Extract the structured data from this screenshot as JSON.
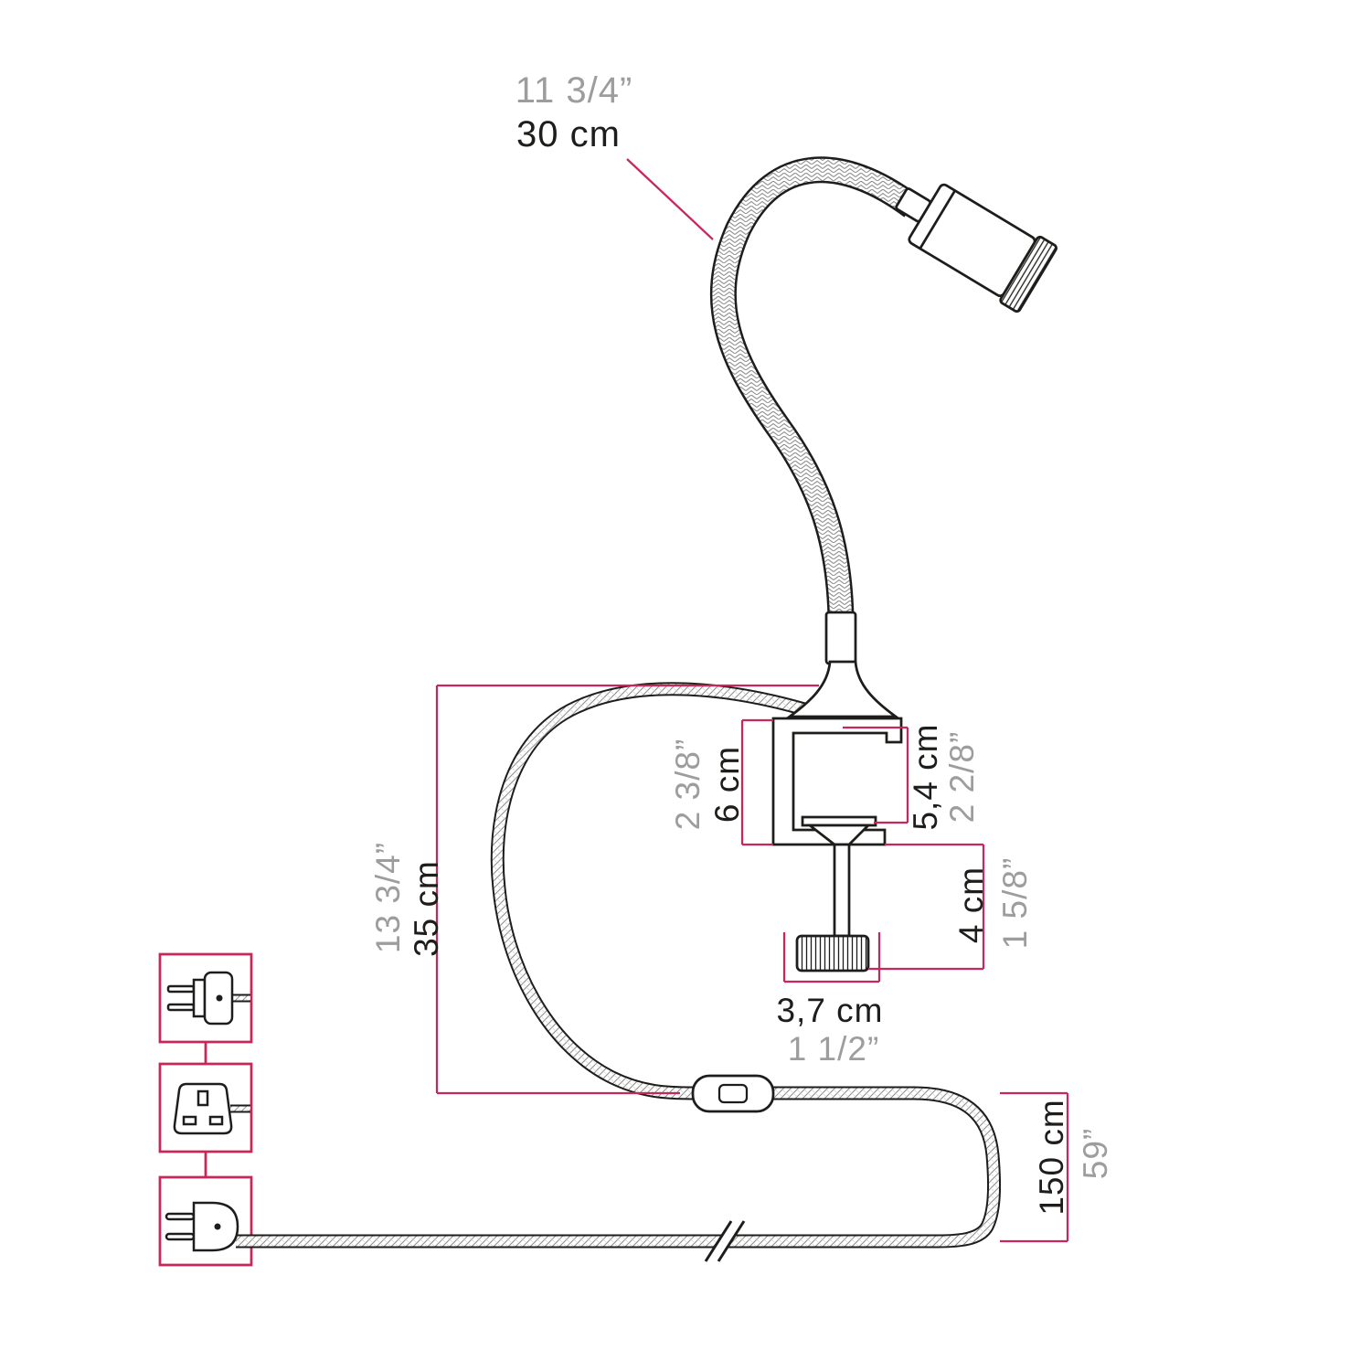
{
  "diagram": {
    "name": "clamp-spot-lamp-dimension-drawing",
    "dimensions": {
      "flex_arm": {
        "cm": "30 cm",
        "inch": "11 3/4”"
      },
      "clamp_height": {
        "cm": "6 cm",
        "inch": "2 3/8”"
      },
      "clamp_opening": {
        "cm": "5,4 cm",
        "inch": "2 2/8”"
      },
      "clamp_screw": {
        "cm": "4 cm",
        "inch": "1 5/8”"
      },
      "clamp_knob": {
        "cm": "3,7 cm",
        "inch": "1 1/2”"
      },
      "cable_loop": {
        "cm": "35 cm",
        "inch": "13 3/4”"
      },
      "power_cord": {
        "cm": "150 cm",
        "inch": "59”"
      }
    },
    "plug_options": {
      "us": "us-2-pin-plug",
      "uk": "uk-3-pin-plug",
      "eu": "eu-2-pin-europlug"
    },
    "colors": {
      "dimension_line": "#c9265a",
      "cm_label": "#1d1d1b",
      "inch_label": "#9d9d9d",
      "outline": "#1d1d1b"
    }
  }
}
